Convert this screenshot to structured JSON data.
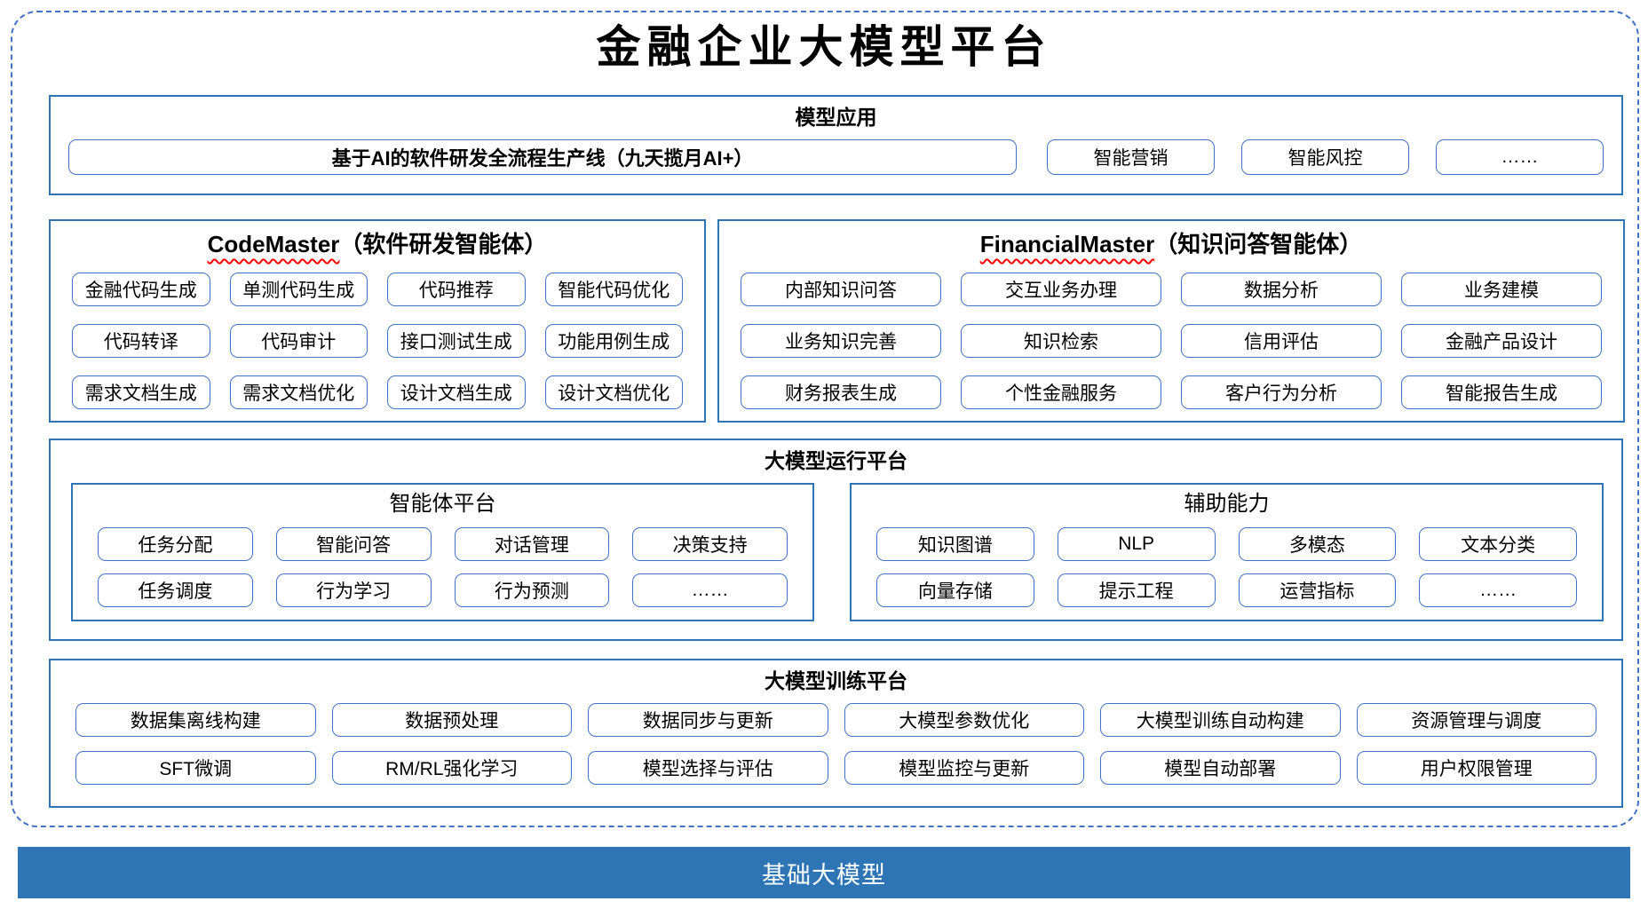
{
  "title": "金融企业大模型平台",
  "colors": {
    "section_border": "#2E75B6",
    "item_border": "#4472C4",
    "dashed_border": "#4472C4",
    "bar_background": "#2E75B6",
    "bar_text": "#FFFFFF",
    "squiggle_red": "#FF0000"
  },
  "model_app": {
    "header": "模型应用",
    "main_item": "基于AI的软件研发全流程生产线（九天揽月AI+）",
    "items": [
      "智能营销",
      "智能风控",
      "……"
    ]
  },
  "agents": {
    "code_master": {
      "name": "CodeMaster",
      "suffix": "（软件研发智能体）",
      "items": [
        "金融代码生成",
        "单测代码生成",
        "代码推荐",
        "智能代码优化",
        "代码转译",
        "代码审计",
        "接口测试生成",
        "功能用例生成",
        "需求文档生成",
        "需求文档优化",
        "设计文档生成",
        "设计文档优化"
      ]
    },
    "financial_master": {
      "name": "FinancialMaster",
      "suffix": "（知识问答智能体）",
      "items": [
        "内部知识问答",
        "交互业务办理",
        "数据分析",
        "业务建模",
        "业务知识完善",
        "知识检索",
        "信用评估",
        "金融产品设计",
        "财务报表生成",
        "个性金融服务",
        "客户行为分析",
        "智能报告生成"
      ]
    }
  },
  "runtime_platform": {
    "header": "大模型运行平台",
    "agent_platform": {
      "header": "智能体平台",
      "items": [
        "任务分配",
        "智能问答",
        "对话管理",
        "决策支持",
        "任务调度",
        "行为学习",
        "行为预测",
        "……"
      ]
    },
    "aux_capability": {
      "header": "辅助能力",
      "items": [
        "知识图谱",
        "NLP",
        "多模态",
        "文本分类",
        "向量存储",
        "提示工程",
        "运营指标",
        "……"
      ]
    }
  },
  "training_platform": {
    "header": "大模型训练平台",
    "items": [
      "数据集离线构建",
      "数据预处理",
      "数据同步与更新",
      "大模型参数优化",
      "大模型训练自动构建",
      "资源管理与调度",
      "SFT微调",
      "RM/RL强化学习",
      "模型选择与评估",
      "模型监控与更新",
      "模型自动部署",
      "用户权限管理"
    ]
  },
  "base_model": {
    "label": "基础大模型"
  }
}
